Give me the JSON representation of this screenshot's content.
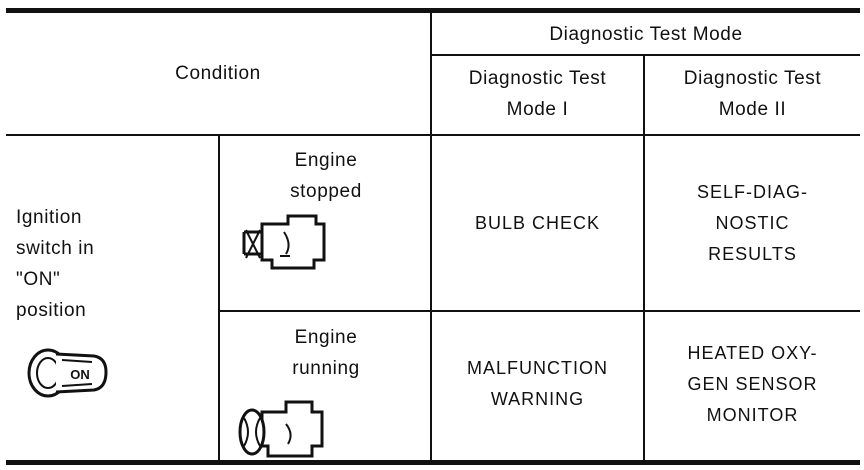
{
  "header": {
    "condition": "Condition",
    "group": "Diagnostic Test Mode",
    "mode1": "Diagnostic Test\nMode I",
    "mode2": "Diagnostic Test\nMode II"
  },
  "rows": {
    "ignition": "Ignition\nswitch in\n\"ON\"\nposition",
    "on_key_label": "ON",
    "stopped": {
      "state": "Engine\nstopped",
      "mode1": "BULB CHECK",
      "mode2": "SELF-DIAG-\nNOSTIC\nRESULTS"
    },
    "running": {
      "state": "Engine\nrunning",
      "mode1": "MALFUNCTION\nWARNING",
      "mode2": "HEATED OXY-\nGEN SENSOR\nMONITOR"
    }
  },
  "icons": [
    "engine-stopped-icon",
    "engine-running-icon",
    "ignition-key-icon"
  ]
}
